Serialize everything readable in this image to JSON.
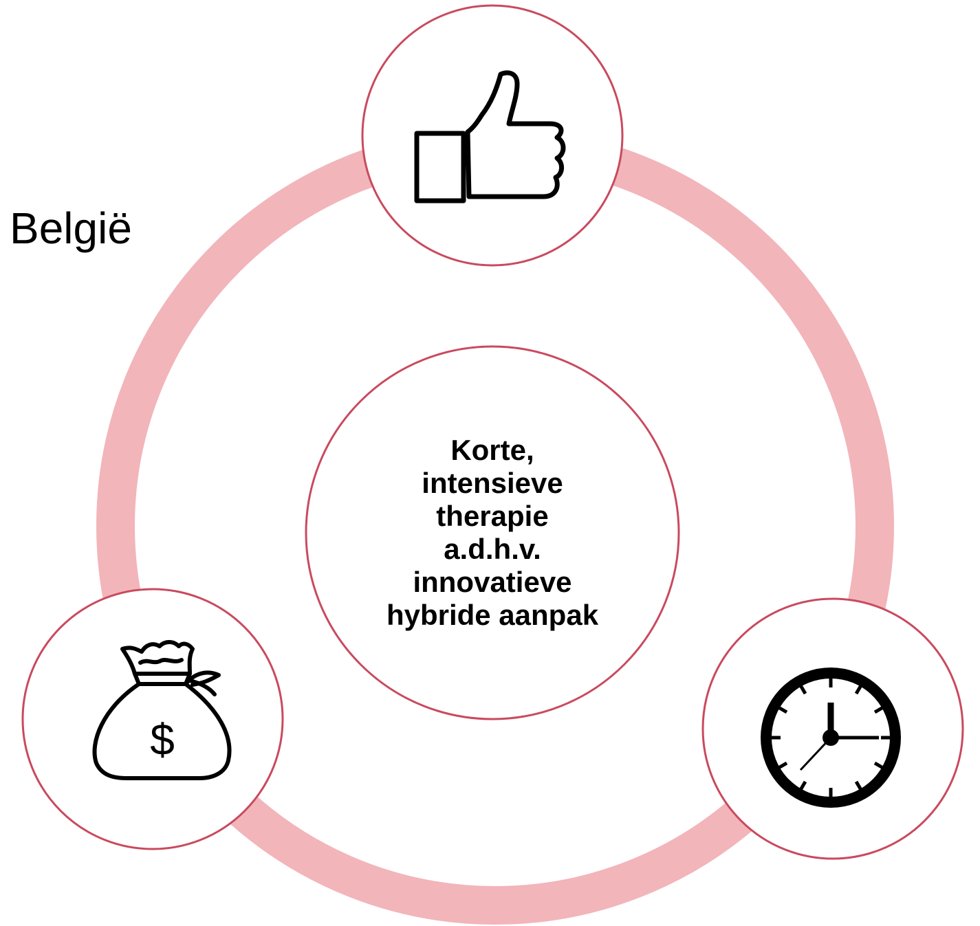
{
  "label": "België",
  "center": {
    "lines": [
      "Korte,",
      "intensieve",
      "therapie",
      "a.d.h.v.",
      "innovatieve",
      "hybride aanpak"
    ]
  },
  "nodes": [
    {
      "icon": "thumbs-up-icon"
    },
    {
      "icon": "clock-icon"
    },
    {
      "icon": "money-bag-icon",
      "symbol": "$"
    }
  ],
  "colors": {
    "ring": "#f2b5ba",
    "circle_stroke": "#c94a5e",
    "icon": "#000000",
    "background": "#ffffff"
  }
}
